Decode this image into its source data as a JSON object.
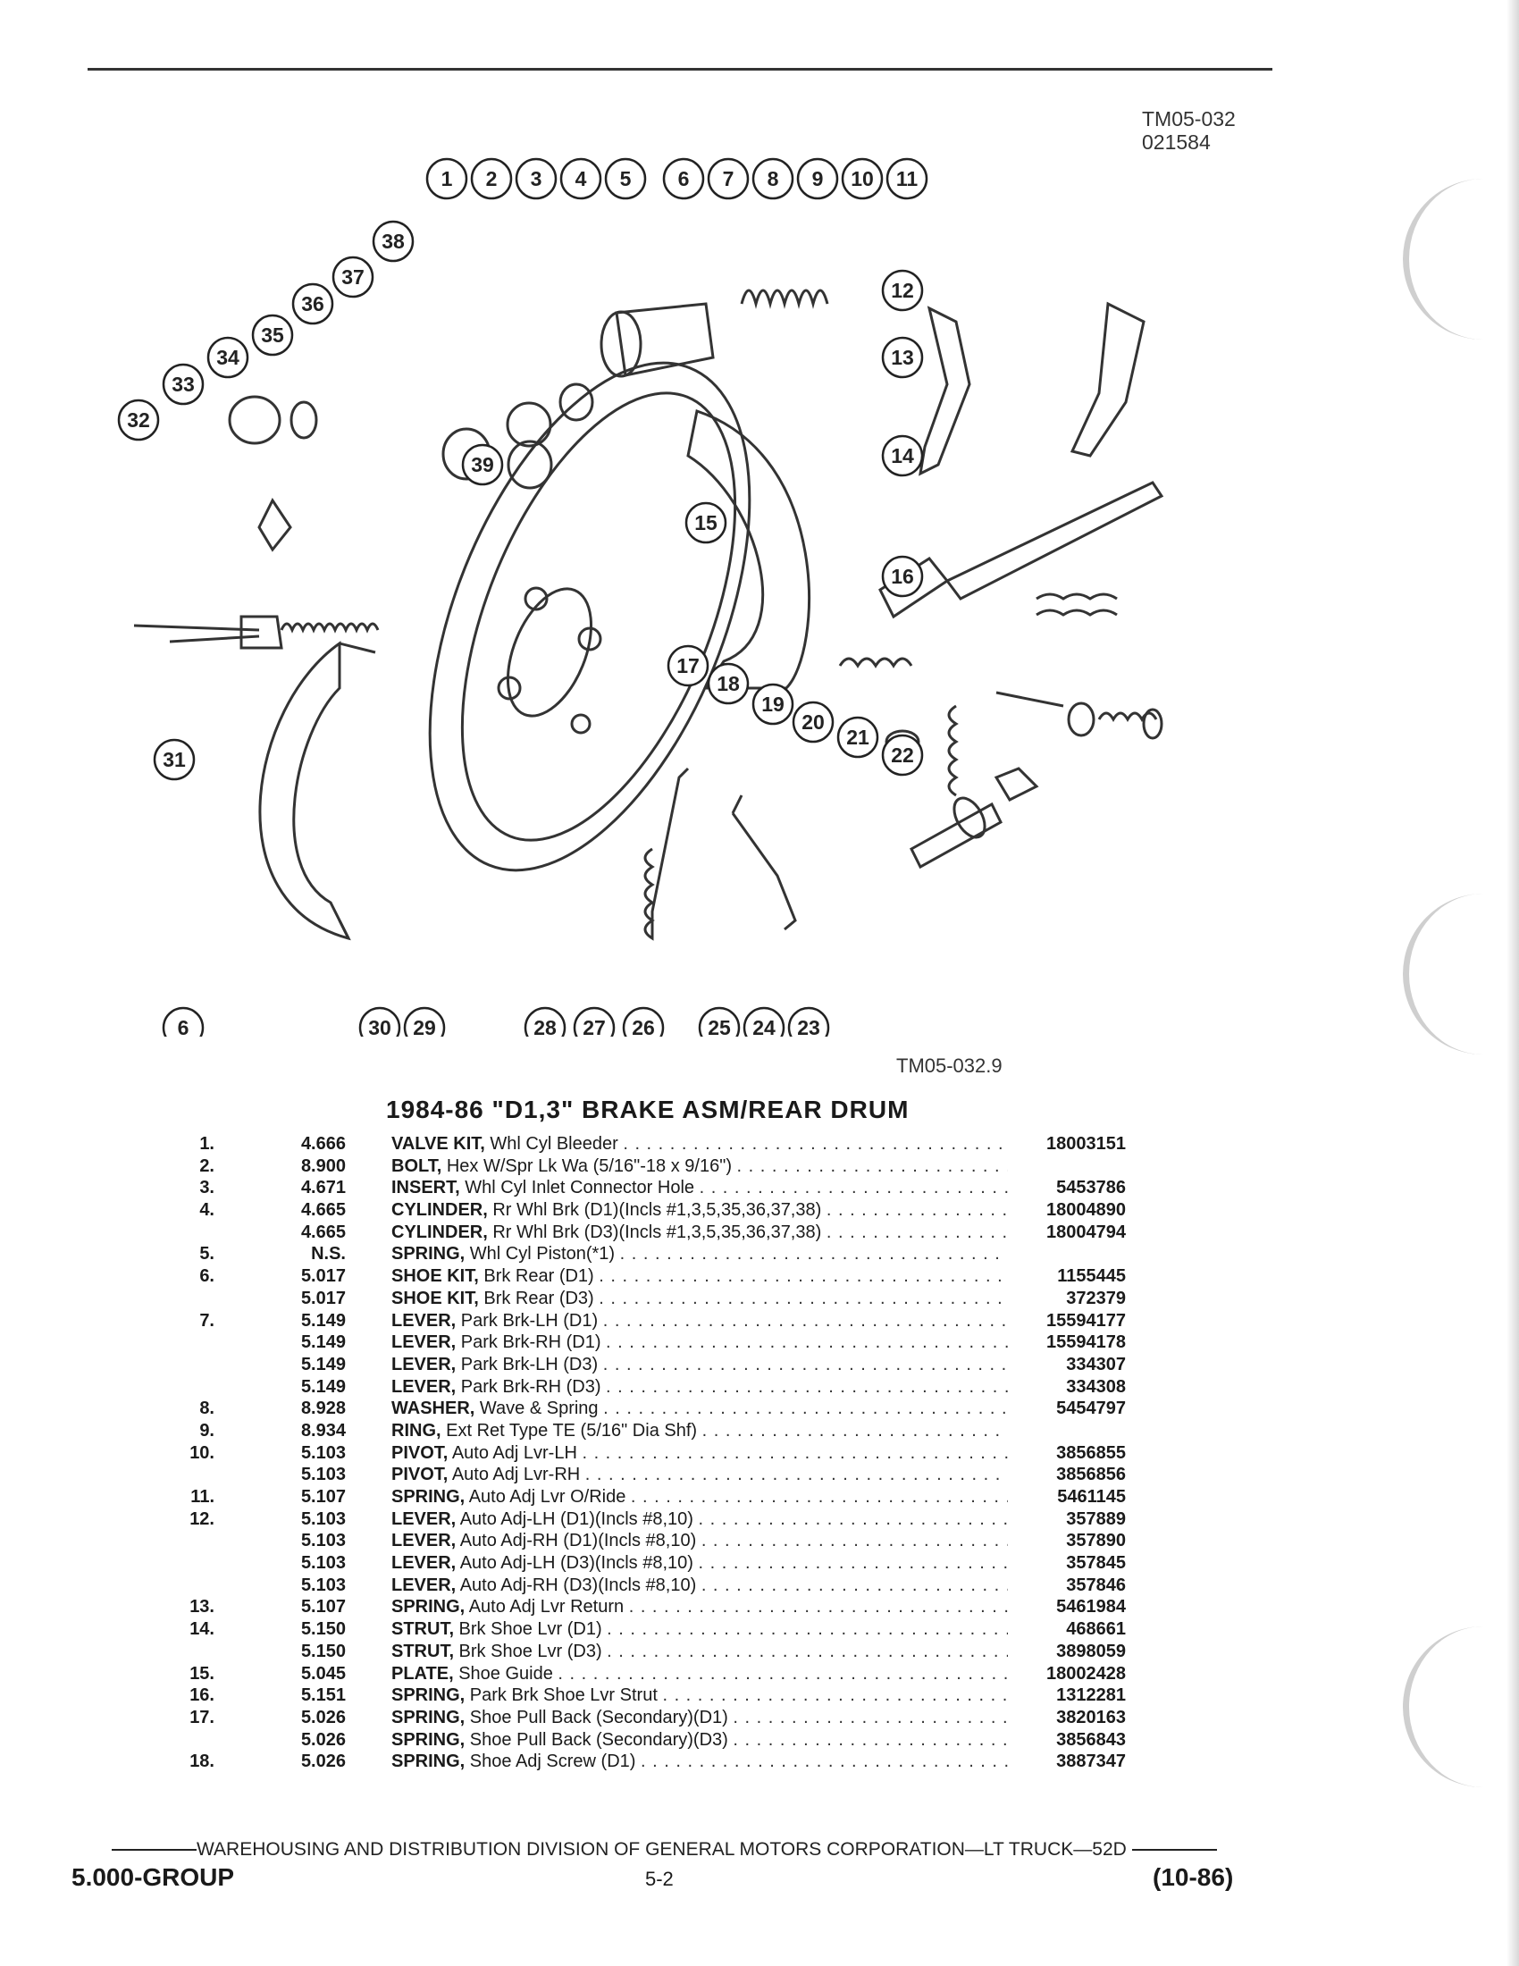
{
  "header": {
    "doc_code": "TM05-032",
    "doc_date": "021584"
  },
  "figure": {
    "ref": "TM05-032.9",
    "callouts": [
      "1",
      "2",
      "3",
      "4",
      "5",
      "6",
      "7",
      "8",
      "9",
      "10",
      "11",
      "12",
      "13",
      "14",
      "15",
      "16",
      "17",
      "18",
      "19",
      "20",
      "21",
      "22",
      "23",
      "24",
      "25",
      "26",
      "27",
      "28",
      "29",
      "30",
      "31",
      "32",
      "33",
      "34",
      "35",
      "36",
      "37",
      "38",
      "39",
      "6"
    ]
  },
  "table": {
    "title": "1984-86 \"D1,3\" BRAKE ASM/REAR DRUM",
    "rows": [
      {
        "num": "1.",
        "grp": "4.666",
        "name": "VALVE KIT,",
        "desc": " Whl Cyl Bleeder",
        "pno": "18003151"
      },
      {
        "num": "2.",
        "grp": "8.900",
        "name": "BOLT,",
        "desc": " Hex W/Spr Lk Wa (5/16\"-18 x 9/16\")",
        "pno": ""
      },
      {
        "num": "3.",
        "grp": "4.671",
        "name": "INSERT,",
        "desc": " Whl Cyl Inlet Connector Hole",
        "pno": "5453786"
      },
      {
        "num": "4.",
        "grp": "4.665",
        "name": "CYLINDER,",
        "desc": " Rr Whl Brk (D1)(Incls #1,3,5,35,36,37,38)",
        "pno": "18004890"
      },
      {
        "num": "",
        "grp": "4.665",
        "name": "CYLINDER,",
        "desc": " Rr Whl Brk (D3)(Incls #1,3,5,35,36,37,38)",
        "pno": "18004794"
      },
      {
        "num": "5.",
        "grp": "N.S.",
        "name": "SPRING,",
        "desc": " Whl Cyl Piston(*1)",
        "pno": ""
      },
      {
        "num": "6.",
        "grp": "5.017",
        "name": "SHOE KIT,",
        "desc": " Brk Rear (D1)",
        "pno": "1155445"
      },
      {
        "num": "",
        "grp": "5.017",
        "name": "SHOE KIT,",
        "desc": " Brk Rear (D3)",
        "pno": "372379"
      },
      {
        "num": "7.",
        "grp": "5.149",
        "name": "LEVER,",
        "desc": " Park Brk-LH (D1)",
        "pno": "15594177"
      },
      {
        "num": "",
        "grp": "5.149",
        "name": "LEVER,",
        "desc": " Park Brk-RH (D1)",
        "pno": "15594178"
      },
      {
        "num": "",
        "grp": "5.149",
        "name": "LEVER,",
        "desc": " Park Brk-LH (D3)",
        "pno": "334307"
      },
      {
        "num": "",
        "grp": "5.149",
        "name": "LEVER,",
        "desc": " Park Brk-RH (D3)",
        "pno": "334308"
      },
      {
        "num": "8.",
        "grp": "8.928",
        "name": "WASHER,",
        "desc": " Wave & Spring",
        "pno": "5454797"
      },
      {
        "num": "9.",
        "grp": "8.934",
        "name": "RING,",
        "desc": " Ext Ret Type TE (5/16\" Dia Shf)",
        "pno": ""
      },
      {
        "num": "10.",
        "grp": "5.103",
        "name": "PIVOT,",
        "desc": " Auto Adj Lvr-LH",
        "pno": "3856855"
      },
      {
        "num": "",
        "grp": "5.103",
        "name": "PIVOT,",
        "desc": " Auto Adj Lvr-RH",
        "pno": "3856856"
      },
      {
        "num": "11.",
        "grp": "5.107",
        "name": "SPRING,",
        "desc": " Auto Adj Lvr O/Ride",
        "pno": "5461145"
      },
      {
        "num": "12.",
        "grp": "5.103",
        "name": "LEVER,",
        "desc": " Auto Adj-LH (D1)(Incls #8,10)",
        "pno": "357889"
      },
      {
        "num": "",
        "grp": "5.103",
        "name": "LEVER,",
        "desc": " Auto Adj-RH (D1)(Incls #8,10)",
        "pno": "357890"
      },
      {
        "num": "",
        "grp": "5.103",
        "name": "LEVER,",
        "desc": " Auto Adj-LH (D3)(Incls #8,10)",
        "pno": "357845"
      },
      {
        "num": "",
        "grp": "5.103",
        "name": "LEVER,",
        "desc": " Auto Adj-RH (D3)(Incls #8,10)",
        "pno": "357846"
      },
      {
        "num": "13.",
        "grp": "5.107",
        "name": "SPRING,",
        "desc": " Auto Adj Lvr Return",
        "pno": "5461984"
      },
      {
        "num": "14.",
        "grp": "5.150",
        "name": "STRUT,",
        "desc": " Brk Shoe Lvr (D1)",
        "pno": "468661"
      },
      {
        "num": "",
        "grp": "5.150",
        "name": "STRUT,",
        "desc": " Brk Shoe Lvr (D3)",
        "pno": "3898059"
      },
      {
        "num": "15.",
        "grp": "5.045",
        "name": "PLATE,",
        "desc": " Shoe Guide",
        "pno": "18002428"
      },
      {
        "num": "16.",
        "grp": "5.151",
        "name": "SPRING,",
        "desc": " Park Brk Shoe Lvr Strut",
        "pno": "1312281"
      },
      {
        "num": "17.",
        "grp": "5.026",
        "name": "SPRING,",
        "desc": " Shoe Pull Back (Secondary)(D1)",
        "pno": "3820163"
      },
      {
        "num": "",
        "grp": "5.026",
        "name": "SPRING,",
        "desc": " Shoe Pull Back (Secondary)(D3)",
        "pno": "3856843"
      },
      {
        "num": "18.",
        "grp": "5.026",
        "name": "SPRING,",
        "desc": " Shoe Adj Screw (D1)",
        "pno": "3887347"
      }
    ]
  },
  "footer": {
    "division": "WAREHOUSING AND DISTRIBUTION DIVISION OF GENERAL MOTORS CORPORATION—LT TRUCK—52D",
    "group": "5.000-GROUP",
    "page": "5-2",
    "date": "(10-86)"
  }
}
